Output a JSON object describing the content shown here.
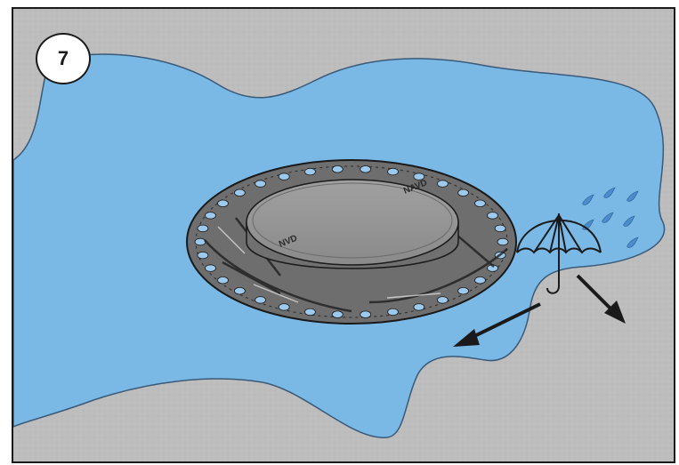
{
  "step_number": "7",
  "pad_markings": [
    "NAVD",
    "NVD"
  ],
  "icons": {
    "umbrella": "umbrella-icon",
    "raindrop": "raindrop-icon",
    "arrow": "arrow-icon"
  },
  "colors": {
    "water": "#7ab8e6",
    "ground": "#bdbdbd",
    "flange": "#707070",
    "puck": "#8c8c8c",
    "outline": "#1a1a1a"
  }
}
